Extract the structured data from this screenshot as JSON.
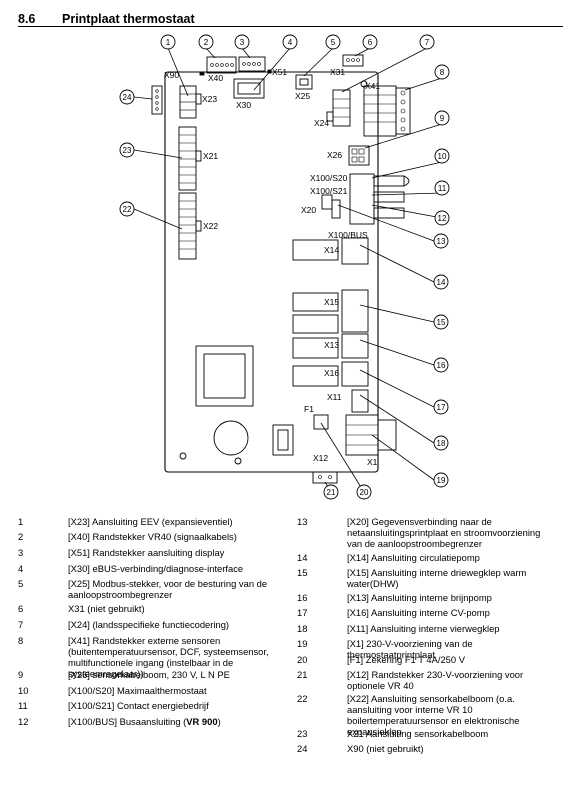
{
  "header": {
    "section_number": "8.6",
    "title": "Printplaat thermostaat"
  },
  "diagram": {
    "connectors": [
      "X90",
      "X40",
      "X51",
      "X25",
      "X31",
      "X41",
      "X23",
      "X30",
      "X24",
      "X26",
      "X100/S20",
      "X100/S21",
      "X20",
      "X100/BUS",
      "X14",
      "X21",
      "X22",
      "X15",
      "X13",
      "X16",
      "X11",
      "F1",
      "X12",
      "X1"
    ],
    "callouts": [
      "1",
      "2",
      "3",
      "4",
      "5",
      "6",
      "7",
      "8",
      "9",
      "10",
      "11",
      "12",
      "13",
      "14",
      "15",
      "16",
      "17",
      "18",
      "19",
      "20",
      "21",
      "22",
      "23",
      "24"
    ]
  },
  "legend": {
    "left": [
      {
        "n": "1",
        "t": "[X23] Aansluiting EEV (expansieventiel)"
      },
      {
        "n": "2",
        "t": "[X40] Randstekker VR40 (signaalkabels)"
      },
      {
        "n": "3",
        "t": "[X51] Randstekker aansluiting display"
      },
      {
        "n": "4",
        "t": "[X30] eBUS-verbinding/diagnose-interface"
      },
      {
        "n": "5",
        "t": "[X25] Modbus-stekker, voor de besturing van de aanloopstroombegrenzer"
      },
      {
        "n": "6",
        "t": "X31 (niet gebruikt)"
      },
      {
        "n": "7",
        "t": "[X24] (landsspecifieke functiecodering)"
      },
      {
        "n": "8",
        "t": "[X41] Randstekker externe sensoren (buitentemperatuursensor, DCF, systeemsensor, multifunctionele ingang (instelbaar in de systeemregelaar))"
      },
      {
        "n": "9",
        "t": "[X26] sensorkabelboom, 230 V, L N PE"
      },
      {
        "n": "10",
        "t": "[X100/S20] Maximaalthermostaat"
      },
      {
        "n": "11",
        "t": "[X100/S21] Contact energiebedrijf"
      },
      {
        "n": "12",
        "t": "[X100/BUS] Busaansluiting (",
        "bold": "VR 900",
        "after": ")"
      }
    ],
    "right": [
      {
        "n": "13",
        "t": "[X20] Gegevensverbinding naar de netaansluitingsprintplaat en stroomvoorziening van de aanloopstroombegrenzer"
      },
      {
        "n": "14",
        "t": "[X14] Aansluiting circulatiepomp"
      },
      {
        "n": "15",
        "t": "[X15] Aansluiting interne driewegklep warm water(DHW)"
      },
      {
        "n": "16",
        "t": "[X13] Aansluiting interne brijnpomp"
      },
      {
        "n": "17",
        "t": "[X16] Aansluiting interne CV-pomp"
      },
      {
        "n": "18",
        "t": "[X11] Aansluiting interne vierwegklep"
      },
      {
        "n": "19",
        "t": "[X1] 230-V-voorziening van de thermostaatprintplaat"
      },
      {
        "n": "20",
        "t": "[F1] Zekering F1 T 4A/250 V"
      },
      {
        "n": "21",
        "t": "[X12] Randstekker 230-V-voorziening voor optionele VR 40"
      },
      {
        "n": "22",
        "t": "[X22] Aansluiting sensorkabelboom (o.a. aansluiting voor interne VR 10 boilertemperatuursensor en elektronische expansieklep"
      },
      {
        "n": "23",
        "t": "X21 Aansluiting sensorkabelboom"
      },
      {
        "n": "24",
        "t": "X90 (niet gebruikt)"
      }
    ]
  }
}
